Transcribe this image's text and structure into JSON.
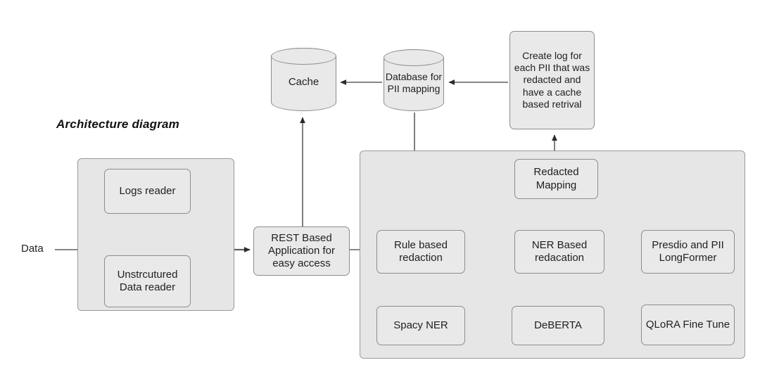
{
  "diagram": {
    "title": "Architecture diagram",
    "input_label": "Data",
    "colors": {
      "panel_fill": "#e6e6e6",
      "box_fill": "#e9e9e9",
      "border": "#8d8d8d",
      "connector": "#5f5f5f",
      "text": "#1f1f1f",
      "background": "#ffffff"
    }
  },
  "ingestion_group": {
    "nodes": [
      {
        "id": "logs-reader",
        "label": "Logs reader"
      },
      {
        "id": "unstructured-data-reader",
        "label": "Unstrcutured Data reader"
      }
    ]
  },
  "gateway": {
    "label": "REST Based Application for easy access"
  },
  "datastores": [
    {
      "id": "cache",
      "label": "Cache",
      "shape": "cylinder"
    },
    {
      "id": "database-pii-mapping",
      "label": "Database for PII mapping",
      "shape": "cylinder"
    }
  ],
  "logging": {
    "label": "Create log for each PII that was redacted and have a cache based retrival"
  },
  "redaction_group": {
    "nodes": [
      {
        "id": "redacted-mapping",
        "label": "Redacted Mapping"
      },
      {
        "id": "rule-based-redaction",
        "label": "Rule based redaction"
      },
      {
        "id": "ner-based-redaction",
        "label": "NER Based redacation"
      },
      {
        "id": "presidio-pii-longformer",
        "label": "Presdio and PII LongFormer"
      },
      {
        "id": "spacy-ner",
        "label": "Spacy NER"
      },
      {
        "id": "deberta",
        "label": "DeBERTA"
      },
      {
        "id": "qlora-fine-tune",
        "label": "QLoRA Fine Tune"
      }
    ]
  },
  "connections": [
    {
      "from": "Data",
      "to": "Logs reader",
      "type": "arrow"
    },
    {
      "from": "Data",
      "to": "Unstrcutured Data reader",
      "type": "arrow"
    },
    {
      "from": "Logs reader",
      "to": "REST Based Application for easy access",
      "type": "arrow"
    },
    {
      "from": "Unstrcutured Data reader",
      "to": "REST Based Application for easy access",
      "type": "arrow"
    },
    {
      "from": "REST Based Application for easy access",
      "to": "Cache",
      "type": "bidirectional"
    },
    {
      "from": "REST Based Application for easy access",
      "to": "Rule based redaction",
      "type": "arrow"
    },
    {
      "from": "Database for PII mapping",
      "to": "Cache",
      "type": "arrow"
    },
    {
      "from": "Create log for each PII that was redacted and have a cache based retrival",
      "to": "Database for PII mapping",
      "type": "arrow"
    },
    {
      "from": "Database for PII mapping",
      "to": "Rule based redaction",
      "type": "arrow"
    },
    {
      "from": "Redacted Mapping",
      "to": "Create log for each PII that was redacted and have a cache based retrival",
      "type": "arrow"
    },
    {
      "from": "NER Based redacation",
      "to": "Redacted Mapping",
      "type": "arrow"
    },
    {
      "from": "Presdio and PII LongFormer",
      "to": "Rule based redaction",
      "type": "routed"
    },
    {
      "from": "Rule based redaction",
      "to": "NER Based redacation",
      "type": "arrow"
    },
    {
      "from": "NER Based redacation",
      "to": "Presdio and PII LongFormer",
      "type": "bidirectional"
    },
    {
      "from": "Presdio and PII LongFormer",
      "to": "QLoRA Fine Tune",
      "type": "bidirectional"
    },
    {
      "from": "Spacy NER",
      "to": "DeBERTA",
      "type": "bidirectional"
    },
    {
      "from": "DeBERTA",
      "to": "QLoRA Fine Tune",
      "type": "bidirectional"
    }
  ]
}
